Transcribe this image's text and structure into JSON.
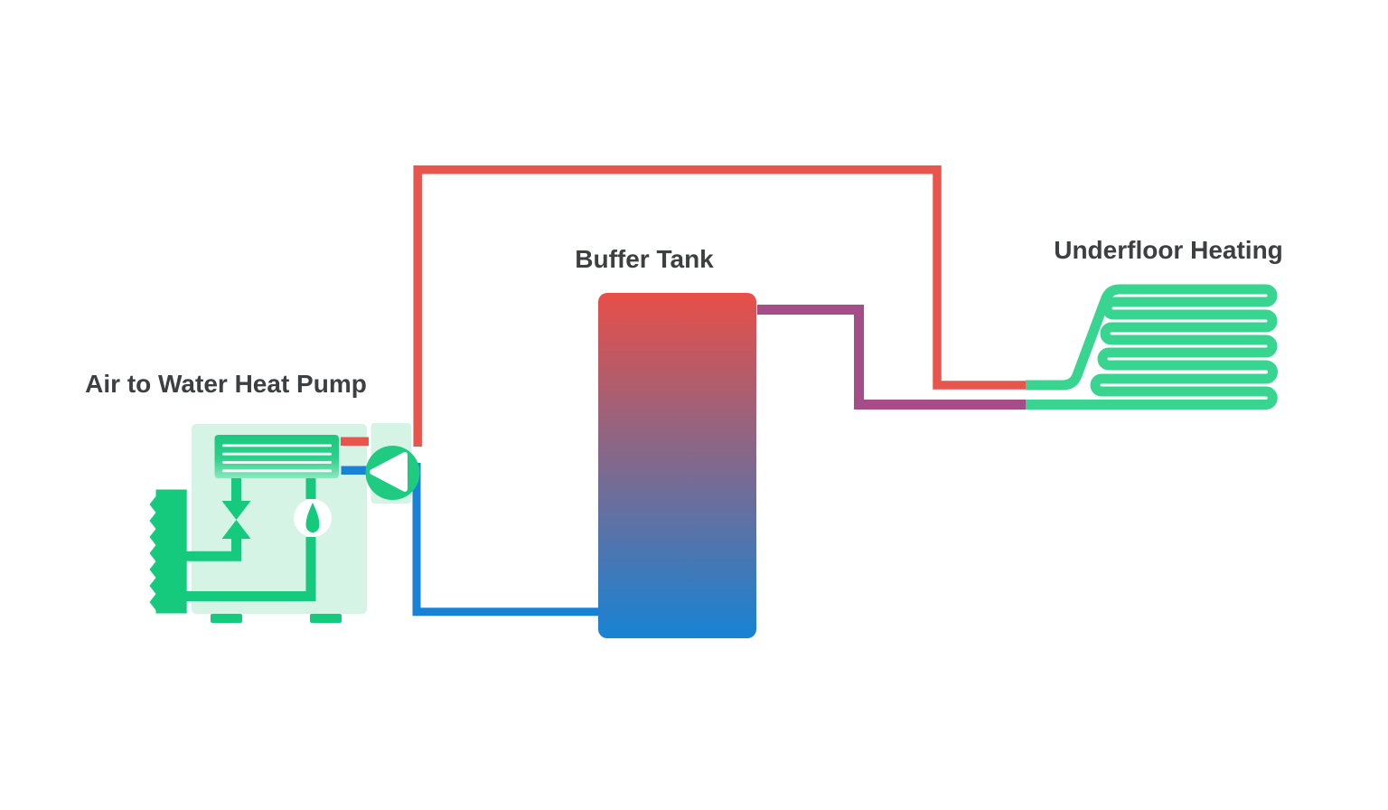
{
  "colors": {
    "page_bg": "#ffffff",
    "label_text": "#3c4043",
    "pipe_hot": "#e8554d",
    "pipe_cold": "#1a82d6",
    "pipe_return": "#a44d89",
    "coil_green": "#38d590",
    "unit_green": "#15ca7c",
    "pump_green": "#1ecb81",
    "unit_bg": "#d6f4e5",
    "tank_top": "#e84f48",
    "tank_bottom": "#1783d4",
    "hx_top": "#1ac87c",
    "hx_mid": "#2dd089",
    "hx_bottom": "#8ce7c0"
  },
  "labels": {
    "heat_pump": "Air to Water Heat Pump",
    "buffer_tank": "Buffer Tank",
    "underfloor": "Underfloor Heating"
  },
  "diagram": {
    "type": "heating-system-schematic",
    "nodes": [
      {
        "id": "heat-pump",
        "label": "Air to Water Heat Pump"
      },
      {
        "id": "buffer-tank",
        "label": "Buffer Tank"
      },
      {
        "id": "underfloor-heating",
        "label": "Underfloor Heating"
      }
    ],
    "pipes": [
      {
        "id": "hot-supply",
        "from": "heat-pump",
        "to": "buffer-tank",
        "color": "#e8554d"
      },
      {
        "id": "cold-return",
        "from": "buffer-tank",
        "to": "heat-pump",
        "color": "#1a82d6"
      },
      {
        "id": "underfloor-return",
        "from": "buffer-tank",
        "to": "underfloor-heating",
        "color": "#a44d89"
      },
      {
        "id": "underfloor-loop",
        "from": "hot-supply",
        "to": "underfloor-return",
        "color": "#38d590"
      }
    ],
    "heat_pump_parts": [
      "fan-coil-heat-exchanger",
      "expansion-valve",
      "compressor",
      "finned-evaporator",
      "circulation-pump"
    ]
  }
}
